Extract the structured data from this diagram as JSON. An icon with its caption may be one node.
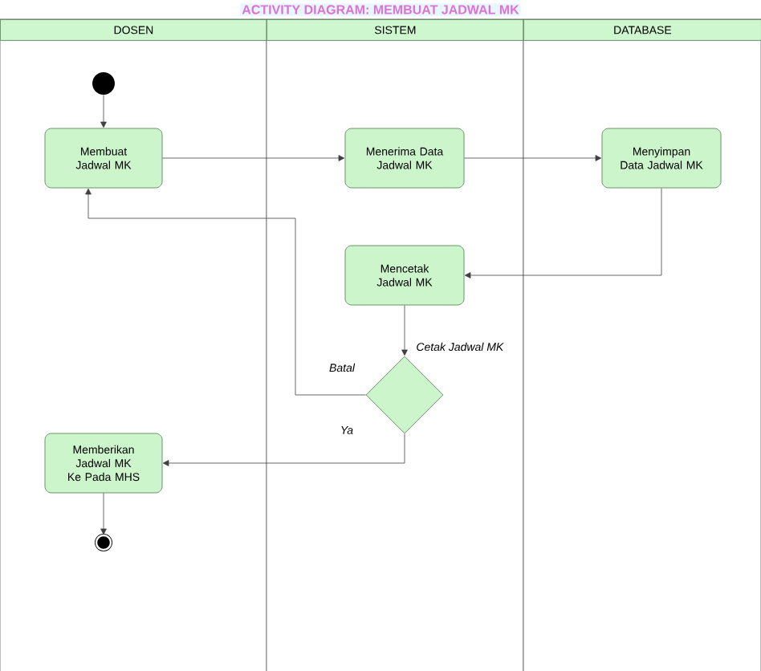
{
  "diagram": {
    "title": "ACTIVITY DIAGRAM: MEMBUAT JADWAL MK",
    "nodes": [
      {
        "text": [
          "DOSEN"
        ]
      },
      {
        "text": [
          "SISTEM"
        ]
      },
      {
        "text": [
          "DATABASE"
        ]
      },
      {
        "text": [],
        "shape": "circle",
        "in": 0
      },
      {
        "text": [
          "Membuat Jadwal MK"
        ],
        "in": 0
      },
      {
        "text": [
          "Menerima Data Jadwal MK"
        ],
        "in": 1
      },
      {
        "text": [
          "Menyimpan Data Jadwal MK"
        ],
        "in": 2
      },
      {
        "text": [
          "Mencetak Jadwal MK"
        ],
        "in": 1
      },
      {
        "text": [],
        "shape": "diamond",
        "in": 1
      },
      {
        "text": [
          "Memberikan Jadwal MK Ke Pada MHS"
        ],
        "in": 0
      },
      {
        "text": [],
        "shape": "circle",
        "in": 0
      }
    ],
    "edges": [
      {
        "from": 3,
        "to": 4,
        "arrow": "to"
      },
      {
        "from": 4,
        "to": 5,
        "arrow": "to"
      },
      {
        "from": 5,
        "to": 6,
        "arrow": "to"
      },
      {
        "from": 6,
        "to": 7,
        "arrow": "to"
      },
      {
        "from": 7,
        "to": 8,
        "arrow": "to",
        "label": "Cetak Jadwal MK"
      },
      {
        "from": 8,
        "to": 4,
        "arrow": "to",
        "label": "Batal"
      },
      {
        "from": 8,
        "to": 9,
        "arrow": "to",
        "label": "Ya"
      },
      {
        "from": 9,
        "to": 10,
        "arrow": "to"
      }
    ]
  }
}
